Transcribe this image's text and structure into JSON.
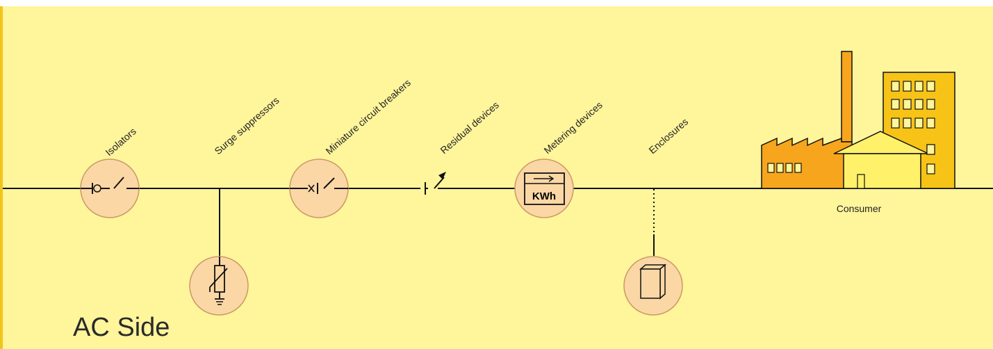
{
  "diagram": {
    "title": "AC Side",
    "labels": {
      "isolators": "Isolators",
      "surge_suppressors": "Surge suppressors",
      "miniature_circuit_breakers": "Miniature circuit breakers",
      "residual_devices": "Residual devices",
      "metering_devices": "Metering devices",
      "enclosures": "Enclosures",
      "consumer": "Consumer"
    },
    "meter_text": "KWh"
  },
  "colors": {
    "background": "#fff59b",
    "left_border": "#f2c41c",
    "device_circle_fill": "#fbd7a5",
    "device_circle_stroke": "#c89a63",
    "line": "#111111",
    "factory": "#f7a51c",
    "factory_dark": "#e88e12",
    "tower": "#f7c316",
    "house": "#fff16a",
    "windows": "#fff59b"
  },
  "icons": {
    "isolator": "isolator-switch-icon",
    "surge": "varistor-icon",
    "mcb": "circuit-breaker-icon",
    "residual": "residual-current-device-icon",
    "meter": "kwh-meter-icon",
    "enclosure": "enclosure-box-icon",
    "consumer": "factory-building-icon"
  }
}
